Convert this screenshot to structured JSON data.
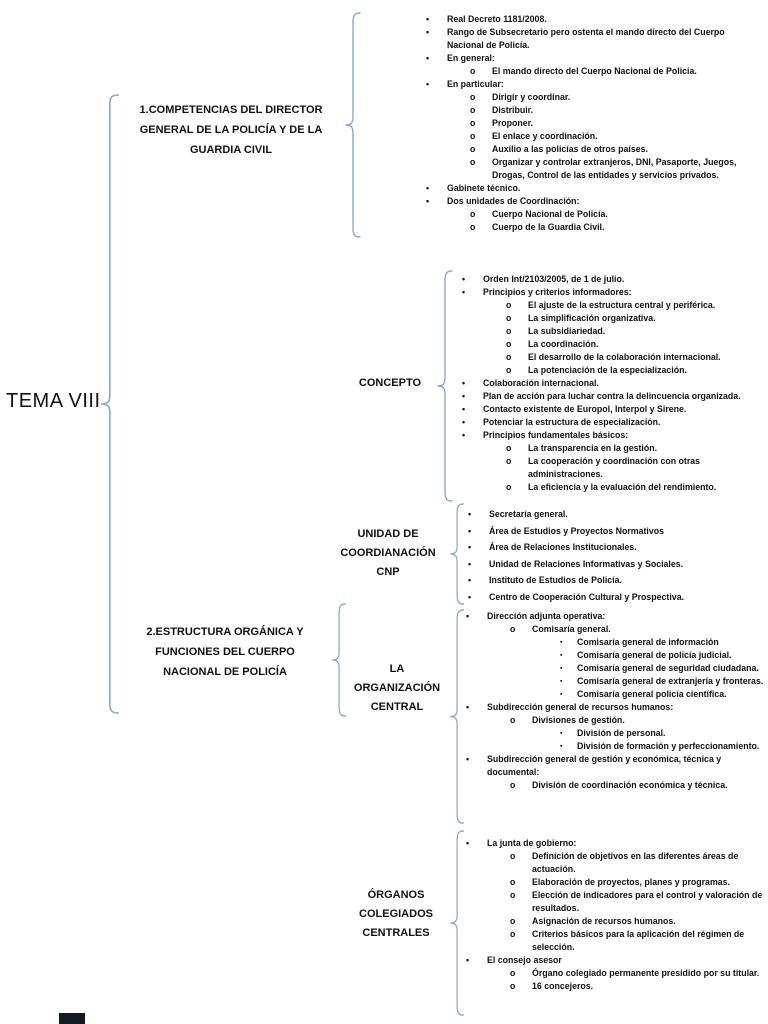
{
  "page": {
    "title": "TEMA VIII"
  },
  "colors": {
    "brace": "#8da9c8",
    "text": "#111111",
    "footer_bar": "#131a22"
  },
  "outline_markers": {
    "level1": "•",
    "level2": "o",
    "level3": "▪"
  },
  "sections": [
    {
      "id": "competencias",
      "title_lines": [
        "1.COMPETENCIAS DEL DIRECTOR",
        "GENERAL DE LA POLICÍA Y DE LA",
        "GUARDIA CIVIL"
      ],
      "items": [
        {
          "level": 1,
          "text": "Real Decreto 1181/2008."
        },
        {
          "level": 1,
          "text": "Rango de Subsecretario pero ostenta el mando directo del Cuerpo Nacional de Policía."
        },
        {
          "level": 1,
          "text": "En general:"
        },
        {
          "level": 2,
          "text": "El mando directo del Cuerpo Nacional de Policía."
        },
        {
          "level": 1,
          "text": "En particular:"
        },
        {
          "level": 2,
          "text": "Dirigir y coordinar."
        },
        {
          "level": 2,
          "text": "Distribuir."
        },
        {
          "level": 2,
          "text": "Proponer."
        },
        {
          "level": 2,
          "text": "El enlace y coordinación."
        },
        {
          "level": 2,
          "text": "Auxilio a las policías de otros países."
        },
        {
          "level": 2,
          "text": "Organizar y controlar extranjeros, DNI, Pasaporte, Juegos, Drogas, Control de las entidades y servicios privados."
        },
        {
          "level": 1,
          "text": "Gabinete técnico."
        },
        {
          "level": 1,
          "text": "Dos unidades de Coordinación:"
        },
        {
          "level": 2,
          "text": "Cuerpo Nacional de Policía."
        },
        {
          "level": 2,
          "text": "Cuerpo de la Guardia Civil."
        }
      ]
    },
    {
      "id": "estructura",
      "title_lines": [
        "2.ESTRUCTURA ORGÁNICA Y",
        "FUNCIONES DEL CUERPO",
        "NACIONAL DE POLICÍA"
      ],
      "subsections": [
        {
          "id": "concepto",
          "title_lines": [
            "CONCEPTO"
          ],
          "items": [
            {
              "level": 1,
              "text": "Orden Int/2103/2005, de 1 de julio."
            },
            {
              "level": 1,
              "text": "Principios y criterios informadores:"
            },
            {
              "level": 2,
              "text": "El ajuste de la estructura central y periférica."
            },
            {
              "level": 2,
              "text": "La simplificación organizativa."
            },
            {
              "level": 2,
              "text": "La subsidiariedad."
            },
            {
              "level": 2,
              "text": "La coordinación."
            },
            {
              "level": 2,
              "text": "El desarrollo de la colaboración internacional."
            },
            {
              "level": 2,
              "text": "La potenciación de la especialización."
            },
            {
              "level": 1,
              "text": "Colaboración internacional."
            },
            {
              "level": 1,
              "text": "Plan de acción para luchar contra la delincuencia organizada."
            },
            {
              "level": 1,
              "text": "Contacto existente de Europol, Interpol y Sirene."
            },
            {
              "level": 1,
              "text": "Potenciar la estructura de especialización."
            },
            {
              "level": 1,
              "text": "Principios fundamentales básicos:"
            },
            {
              "level": 2,
              "text": "La transparencia en la gestión."
            },
            {
              "level": 2,
              "text": "La cooperación y coordinación con otras administraciones."
            },
            {
              "level": 2,
              "text": "La eficiencia y la evaluación del rendimiento."
            }
          ]
        },
        {
          "id": "unidad-coordinacion-cnp",
          "title_lines": [
            "UNIDAD DE",
            "COORDIANACIÓN",
            "CNP"
          ],
          "items": [
            {
              "level": 1,
              "text": "Secretaría general."
            },
            {
              "level": 1,
              "text": "Área de Estudios y Proyectos Normativos"
            },
            {
              "level": 1,
              "text": "Área de Relaciones Institucionales."
            },
            {
              "level": 1,
              "text": "Unidad de Relaciones Informativas y Sociales."
            },
            {
              "level": 1,
              "text": "Instituto de Estudios de Policía."
            },
            {
              "level": 1,
              "text": "Centro de Cooperación Cultural y Prospectiva."
            }
          ]
        },
        {
          "id": "organizacion-central",
          "title_lines": [
            "LA",
            "ORGANIZACIÓN",
            "CENTRAL"
          ],
          "items": [
            {
              "level": 1,
              "text": "Dirección adjunta operativa:"
            },
            {
              "level": 2,
              "text": "Comisaría general."
            },
            {
              "level": 3,
              "text": "Comisaría general de información"
            },
            {
              "level": 3,
              "text": "Comisaría general de policía judicial."
            },
            {
              "level": 3,
              "text": "Comisaría general de seguridad ciudadana."
            },
            {
              "level": 3,
              "text": "Comisaría general de extranjería y fronteras."
            },
            {
              "level": 3,
              "text": "Comisaría general policía científica."
            },
            {
              "level": 1,
              "text": "Subdirección general de recursos humanos:"
            },
            {
              "level": 2,
              "text": "Divisiones de gestión."
            },
            {
              "level": 3,
              "text": "División de personal."
            },
            {
              "level": 3,
              "text": "División de formación y perfeccionamiento."
            },
            {
              "level": 1,
              "text": "Subdirección general de gestión y económica, técnica y documental:"
            },
            {
              "level": 2,
              "text": "División de coordinación económica y técnica."
            }
          ]
        },
        {
          "id": "organos-colegiados",
          "title_lines": [
            "ÓRGANOS",
            "COLEGIADOS",
            "CENTRALES"
          ],
          "items": [
            {
              "level": 1,
              "text": "La junta de gobierno:"
            },
            {
              "level": 2,
              "text": "Definición de objetivos en las diferentes áreas de actuación."
            },
            {
              "level": 2,
              "text": "Elaboración de proyectos, planes y programas."
            },
            {
              "level": 2,
              "text": "Elección de indicadores para el control y valoración de resultados."
            },
            {
              "level": 2,
              "text": "Asignación de recursos humanos."
            },
            {
              "level": 2,
              "text": "Criterios básicos para la aplicación del régimen de selección."
            },
            {
              "level": 1,
              "text": "El consejo asesor"
            },
            {
              "level": 2,
              "text": "Órgano colegiado permanente presidido por su titular."
            },
            {
              "level": 2,
              "text": "16 concejeros."
            }
          ]
        }
      ]
    }
  ]
}
